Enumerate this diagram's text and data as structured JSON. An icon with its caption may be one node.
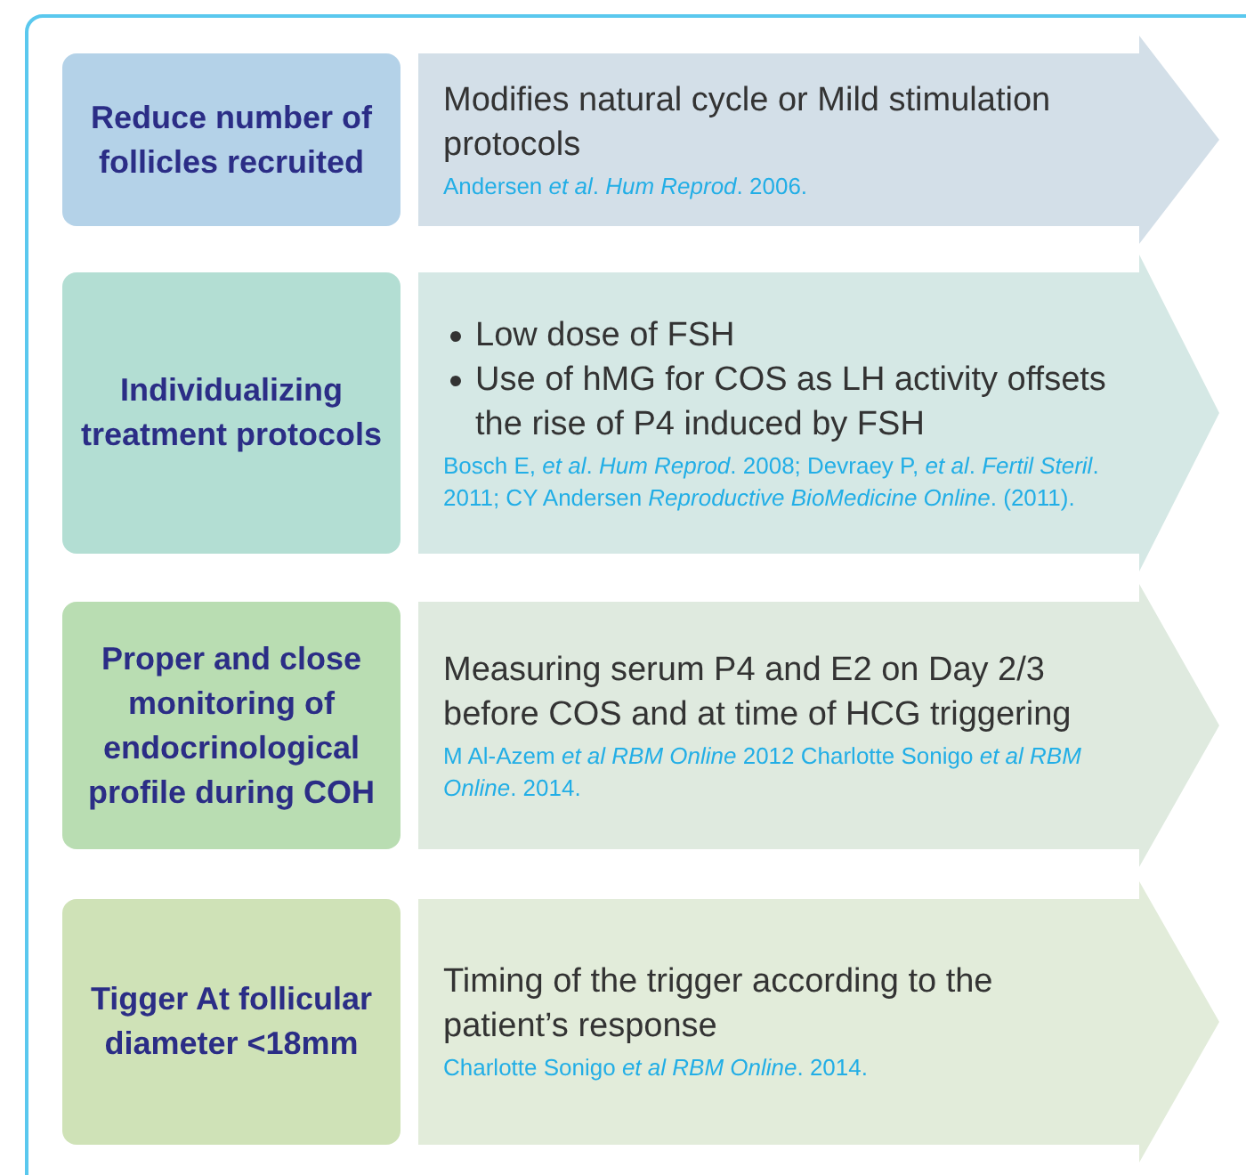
{
  "diagram": {
    "nodes": [
      {
        "text": [
          "Reduce number of follicles recruited"
        ]
      },
      {
        "text": [
          "Modifies natural cycle or Mild stimulation protocols",
          "Andersen *et al*. *Hum Reprod*. 2006."
        ]
      },
      {
        "text": [
          "Individualizing treatment protocols"
        ]
      },
      {
        "text": [
          "Low dose of FSH",
          "Use of hMG for COS as LH activity offsets the rise of P4 induced by FSH",
          "Bosch E, *et al*. *Hum Reprod*. 2008; Devraey P, *et al*. *Fertil Steril*. 2011; CY Andersen *Reproductive BioMedicine Online*. (2011)."
        ]
      },
      {
        "text": [
          "Proper and close monitoring of endocrinological profile during COH"
        ]
      },
      {
        "text": [
          "Measuring serum P4 and E2 on Day 2/3 before COS and at time of HCG triggering",
          "M Al-Azem *et al RBM Online* 2012 Charlotte Sonigo *et al RBM Online*. 2014."
        ]
      },
      {
        "text": [
          "Tigger At follicular diameter <18mm"
        ]
      },
      {
        "text": [
          "Timing of the trigger according to the patient’s response",
          "Charlotte Sonigo *et al RBM Online*. 2014."
        ]
      }
    ]
  }
}
